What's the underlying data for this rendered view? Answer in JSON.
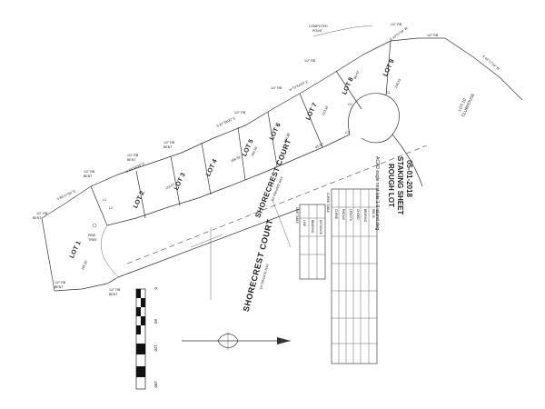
{
  "title": {
    "line1": "ROUGH LOT",
    "line2": "STAKING SHEET",
    "date": "05-01-2018",
    "file": "ACAD eagle nest lots 1-9 island.dwg"
  },
  "roads": {
    "upper": "SHORECREST COURT",
    "lower": "SHORECREST COURT",
    "upper_sub": "50' PRIVATE R/W",
    "lower_sub": "50' PRIVATE R/W"
  },
  "lots": [
    {
      "name": "LOT 1"
    },
    {
      "name": "LOT 2"
    },
    {
      "name": "LOT 3"
    },
    {
      "name": "LOT 4"
    },
    {
      "name": "LOT 5"
    },
    {
      "name": "LOT 6"
    },
    {
      "name": "LOT 7"
    },
    {
      "name": "LOT 8"
    },
    {
      "name": "LOT 9"
    }
  ],
  "lot10": {
    "line1": "LOT 10",
    "line2": "CLUBHOUSE"
  },
  "computed_point": {
    "line1": "COMPUTED",
    "line2": "POINT"
  },
  "pine_tree": {
    "line1": "PINE",
    "line2": "TREE"
  },
  "monuments": {
    "rebar": "1/2\" RB",
    "bent": "BENT"
  },
  "curve_labels": [
    "C1",
    "C2",
    "C3"
  ],
  "line_labels": [
    "L1",
    "L2"
  ],
  "scale": {
    "ticks": [
      "0",
      "60",
      "120",
      "180"
    ]
  },
  "line_table": {
    "title": "LINE TABLE",
    "headers": [
      "LINE",
      "BEARING",
      "DISTANCE"
    ]
  },
  "curve_table": {
    "title": "CURVE TABLE",
    "headers": [
      "CURVE",
      "RADIUS",
      "LENGTH",
      "CHORD",
      "BEARING",
      "DELTA"
    ]
  },
  "bearings": [
    "S 89°27'50\" E",
    "N 63°34'34\" E",
    "S 87°38'00\" E",
    "N 70°54'53\" E",
    "S 19°07'39\" W",
    "S 46°17'39\" W"
  ],
  "distances": [
    "113.07'",
    "168.59'",
    "164.50'",
    "163.95'",
    "123.16'",
    "45.97'",
    "105.82'",
    "95.53'",
    "158.51'"
  ]
}
